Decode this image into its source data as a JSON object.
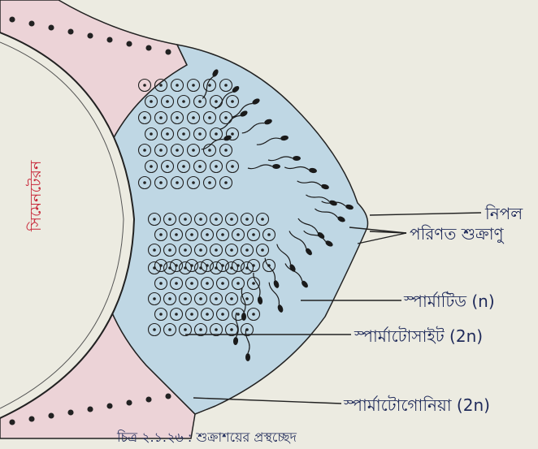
{
  "labels": {
    "lumen": "সিমেনটেরন",
    "nipple": "নিপল",
    "mature_sperm": "পরিণত শুক্রাণু",
    "spermatid": "স্পার্মাটিড (n)",
    "spermatocyte": "স্পার্মাটোসাইট (2n)",
    "spermatogonia": "স্পার্মাটোগোনিয়া (2n)"
  },
  "caption": "চিত্র ২.১.২৬ : শুক্রাশয়ের প্রস্থচ্ছেদ",
  "colors": {
    "background": "#ecebe1",
    "tissue": "#bfd7e4",
    "wall_pink": "#ecd3d7",
    "label_text": "#1f2a5a",
    "lumen_text": "#c8283a",
    "outline": "#222"
  }
}
